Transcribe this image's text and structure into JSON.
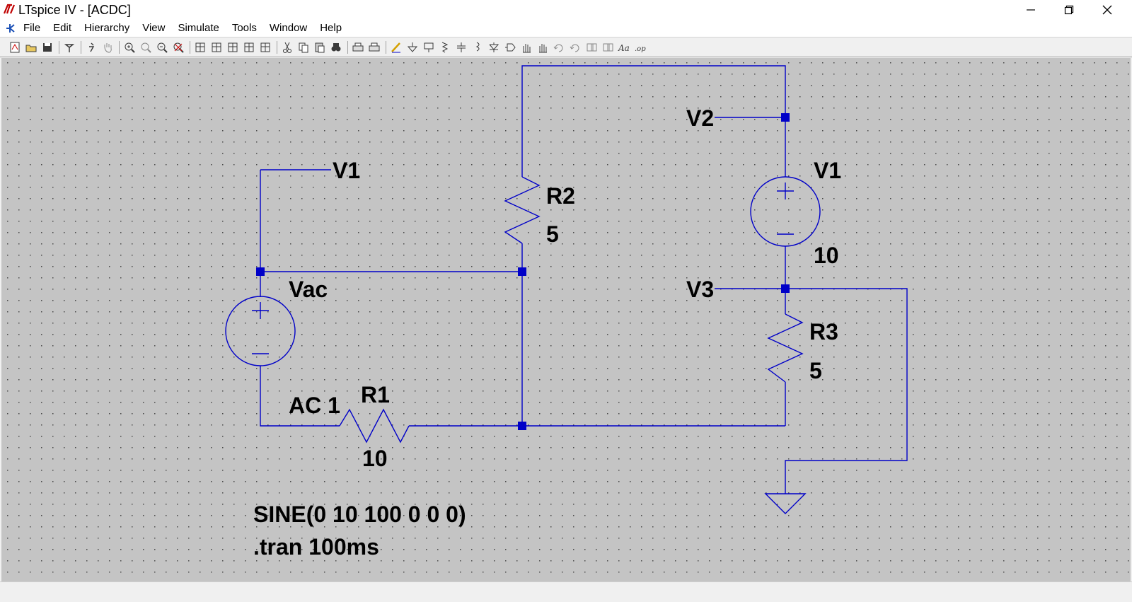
{
  "window": {
    "title": "LTspice IV - [ACDC]"
  },
  "menu": {
    "items": [
      "File",
      "Edit",
      "Hierarchy",
      "View",
      "Simulate",
      "Tools",
      "Window",
      "Help"
    ]
  },
  "toolbar": {
    "buttons": [
      "new-schematic-icon",
      "open-icon",
      "save-icon",
      "control-panel-icon",
      "run-icon",
      "halt-icon",
      "zoom-in-icon",
      "zoom-out-icon",
      "zoom-full-icon",
      "zoom-cancel-icon",
      "tile-horizontal-icon",
      "tile-vertical-icon",
      "cascade-icon",
      "close-all-icon",
      "arrange-icon",
      "cut-icon",
      "copy-icon",
      "paste-icon",
      "find-icon",
      "print-setup-icon",
      "print-icon",
      "draw-wire-icon",
      "ground-icon",
      "label-net-icon",
      "resistor-icon",
      "capacitor-icon",
      "inductor-icon",
      "diode-icon",
      "component-icon",
      "move-icon",
      "drag-icon",
      "undo-icon",
      "redo-icon",
      "rotate-icon",
      "mirror-icon",
      "text-icon",
      "spice-directive-icon"
    ],
    "icon_color": "#3a3a3a"
  },
  "schematic": {
    "background": "#c4c4c4",
    "wire_color": "#0000c8",
    "labels": {
      "v1_net": "V1",
      "v2_net": "V2",
      "v3_net": "V3",
      "vac_name": "Vac",
      "vac_value": "AC 1",
      "r1_name": "R1",
      "r1_value": "10",
      "r2_name": "R2",
      "r2_value": "5",
      "r3_name": "R3",
      "r3_value": "5",
      "v1_source_name": "V1",
      "v1_source_value": "10"
    },
    "directives": {
      "sine": "SINE(0 10 100 0 0 0)",
      "tran": ".tran 100ms"
    }
  }
}
